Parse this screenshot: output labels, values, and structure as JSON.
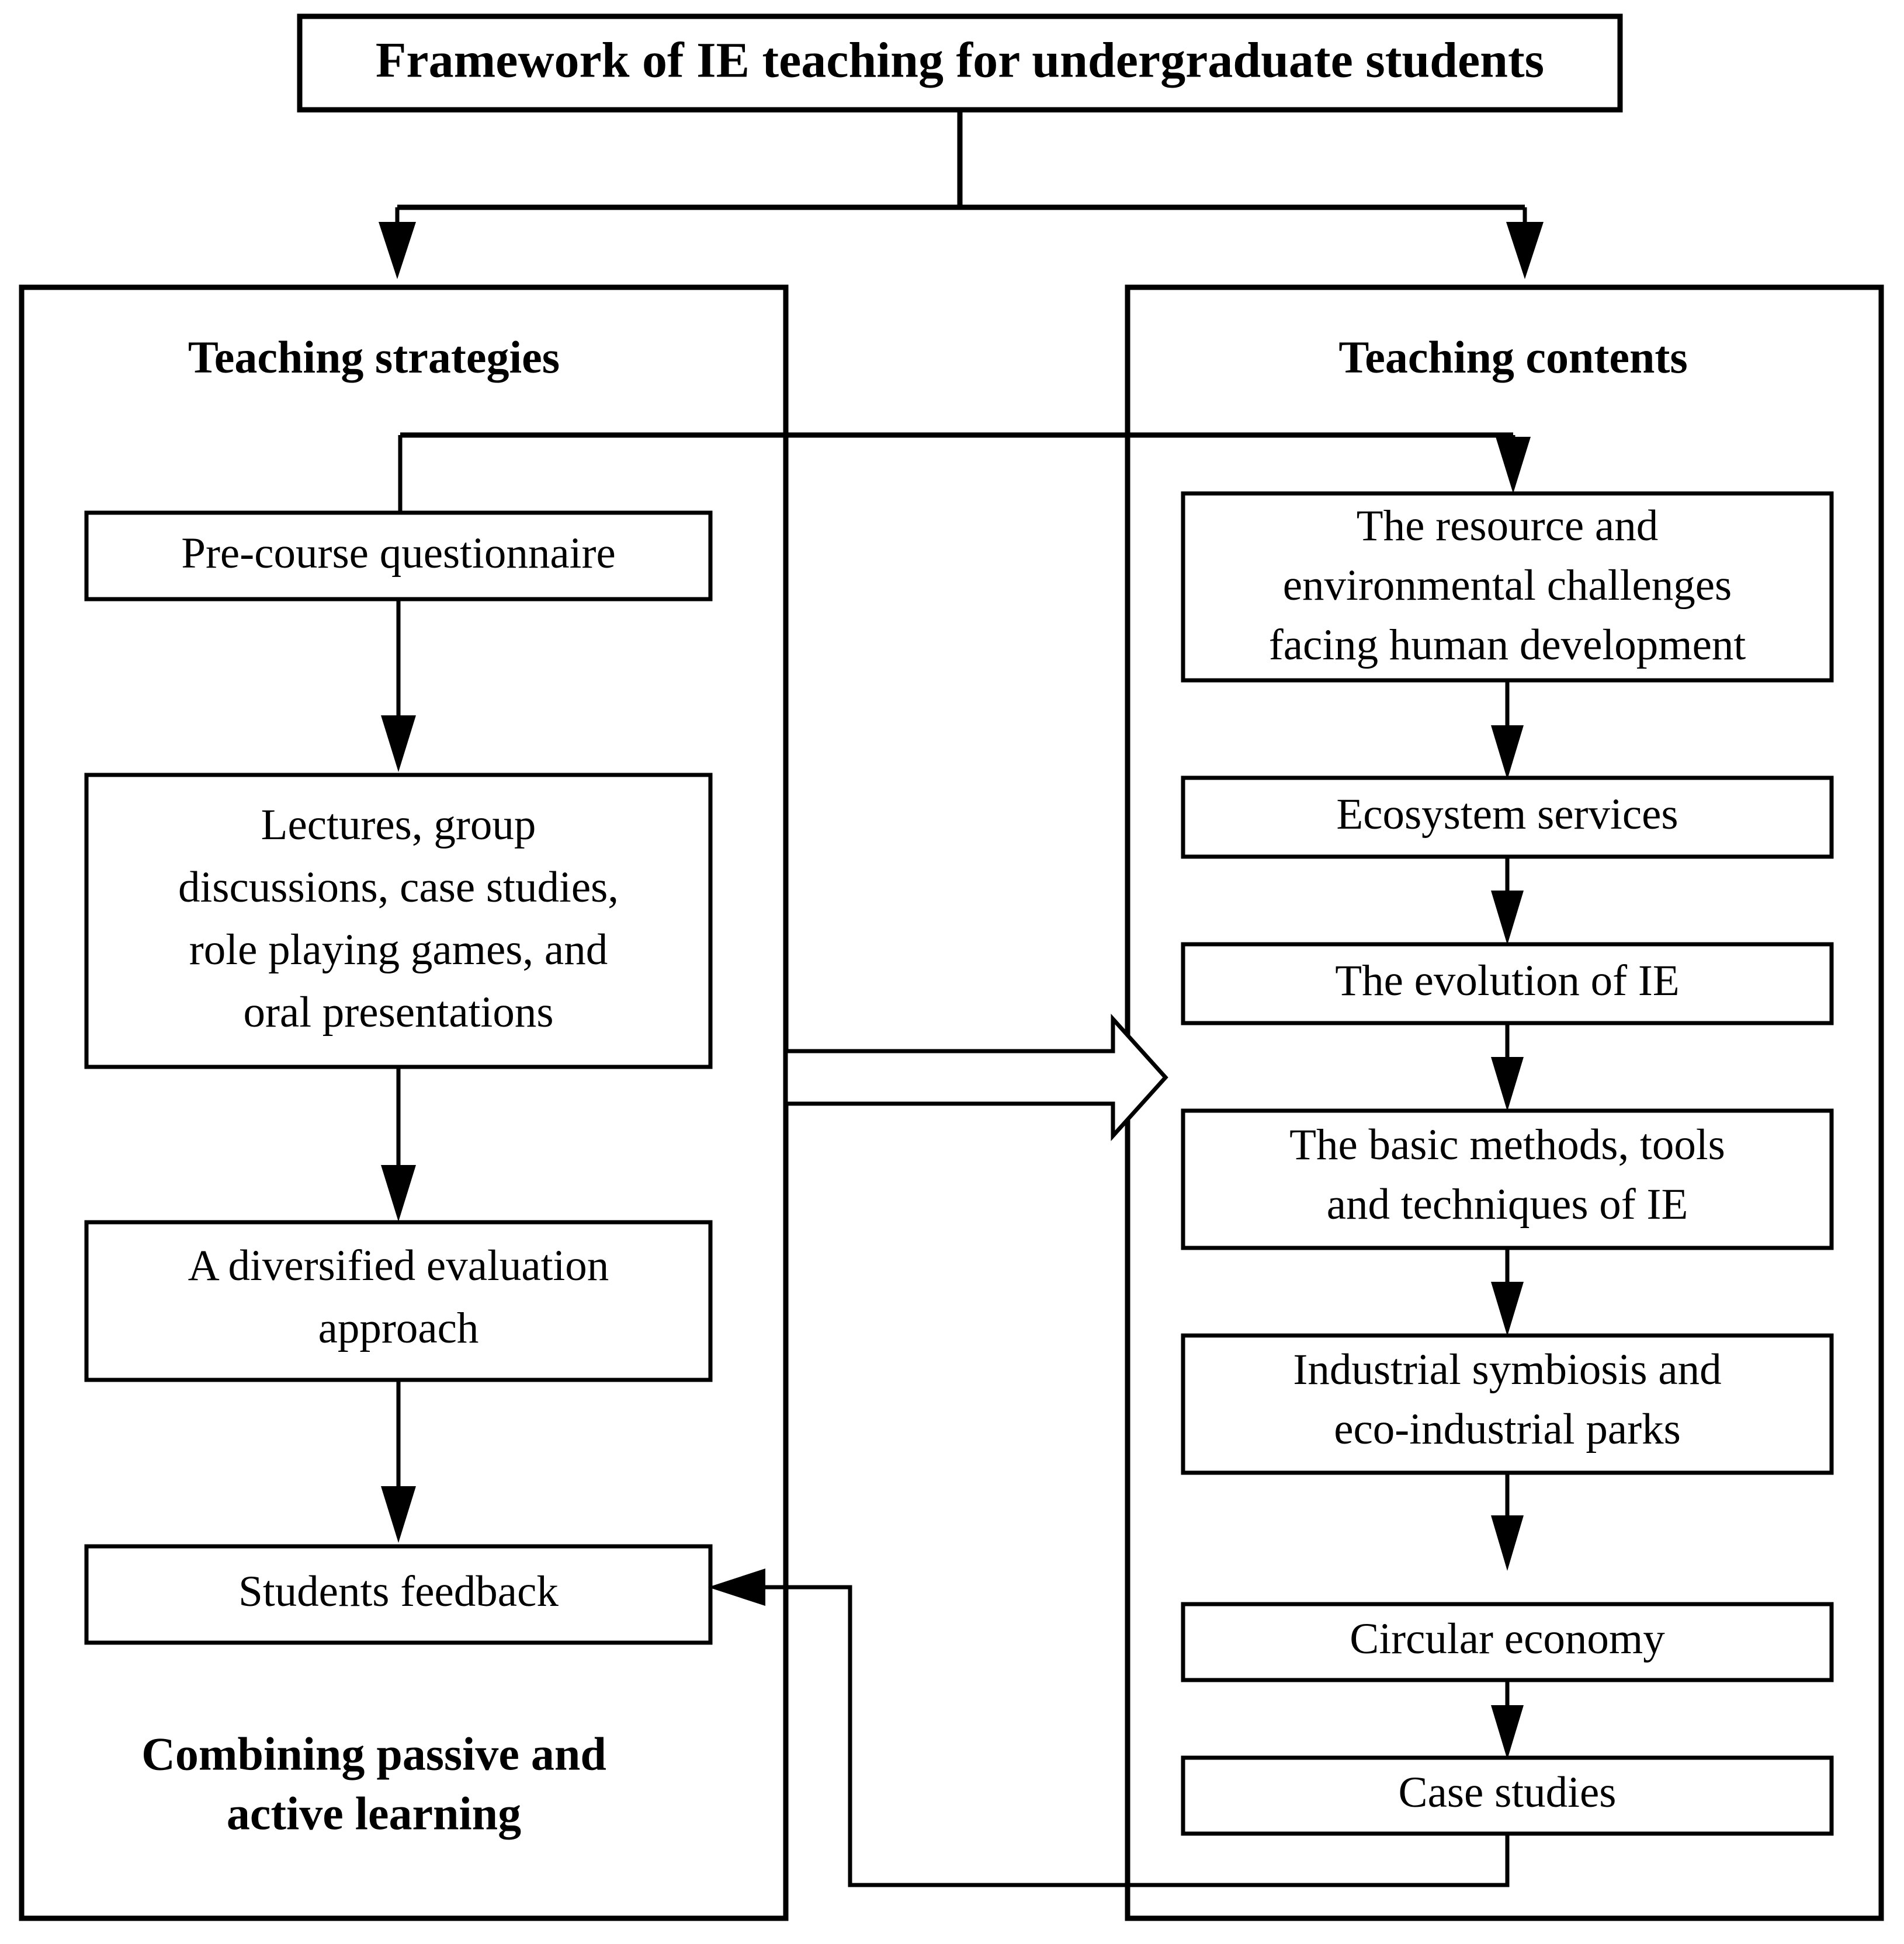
{
  "diagram": {
    "title": "Framework of IE teaching for undergraduate students",
    "panels": [
      {
        "id": "teaching-strategies",
        "heading": "Teaching strategies",
        "caption": "Combining passive and active learning",
        "nodes": [
          {
            "id": "pre-course-questionnaire",
            "lines": [
              "Pre-course questionnaire"
            ]
          },
          {
            "id": "lectures-methods",
            "lines": [
              "Lectures, group",
              "discussions, case studies,",
              "role playing games, and",
              "oral presentations"
            ]
          },
          {
            "id": "diversified-evaluation",
            "lines": [
              "A diversified evaluation",
              "approach"
            ]
          },
          {
            "id": "students-feedback",
            "lines": [
              "Students feedback"
            ]
          }
        ]
      },
      {
        "id": "teaching-contents",
        "heading": "Teaching contents",
        "caption": "",
        "nodes": [
          {
            "id": "resource-environmental-challenges",
            "lines": [
              "The resource and",
              "environmental challenges",
              "facing human development"
            ]
          },
          {
            "id": "ecosystem-services",
            "lines": [
              "Ecosystem services"
            ]
          },
          {
            "id": "evolution-of-ie",
            "lines": [
              "The evolution of IE"
            ]
          },
          {
            "id": "basic-methods-tools",
            "lines": [
              "The basic methods, tools",
              "and techniques of IE"
            ]
          },
          {
            "id": "industrial-symbiosis",
            "lines": [
              "Industrial symbiosis and",
              "eco-industrial parks"
            ]
          },
          {
            "id": "circular-economy",
            "lines": [
              "Circular economy"
            ]
          },
          {
            "id": "case-studies",
            "lines": [
              "Case studies"
            ]
          }
        ]
      }
    ],
    "connectors": {
      "strategies_to_contents_label": "",
      "feedback_loop_label": ""
    },
    "colors": {
      "stroke": "#000000",
      "fill": "#ffffff",
      "text": "#000000"
    }
  }
}
